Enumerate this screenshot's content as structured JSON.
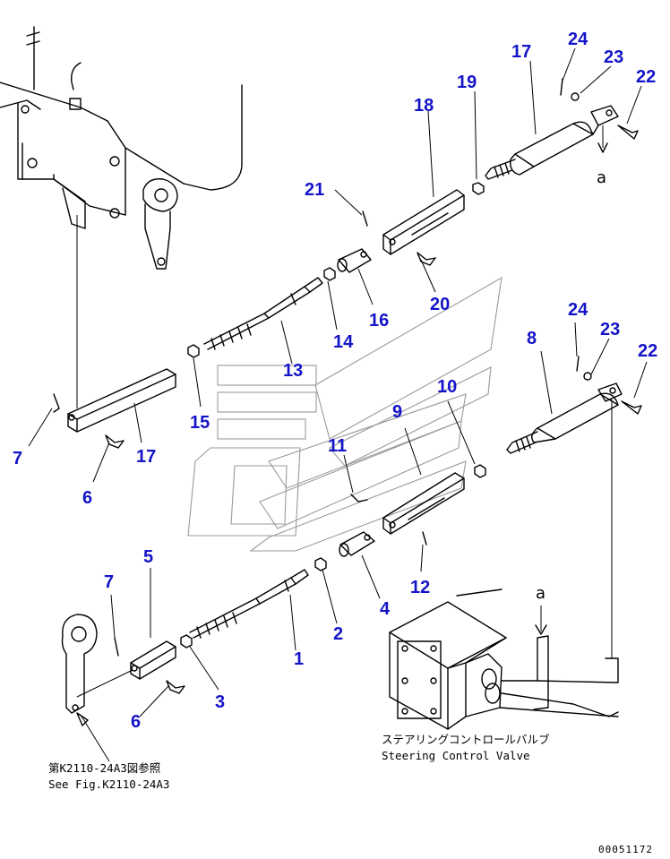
{
  "callouts": [
    {
      "id": "c17a",
      "text": "17"
    },
    {
      "id": "c24a",
      "text": "24"
    },
    {
      "id": "c23a",
      "text": "23"
    },
    {
      "id": "c22a",
      "text": "22"
    },
    {
      "id": "c19",
      "text": "19"
    },
    {
      "id": "c18",
      "text": "18"
    },
    {
      "id": "c21",
      "text": "21"
    },
    {
      "id": "c20",
      "text": "20"
    },
    {
      "id": "c16",
      "text": "16"
    },
    {
      "id": "c14",
      "text": "14"
    },
    {
      "id": "c13",
      "text": "13"
    },
    {
      "id": "c15",
      "text": "15"
    },
    {
      "id": "c7a",
      "text": "7"
    },
    {
      "id": "c17b",
      "text": "17"
    },
    {
      "id": "c6a",
      "text": "6"
    },
    {
      "id": "c8",
      "text": "8"
    },
    {
      "id": "c24b",
      "text": "24"
    },
    {
      "id": "c23b",
      "text": "23"
    },
    {
      "id": "c22b",
      "text": "22"
    },
    {
      "id": "c10",
      "text": "10"
    },
    {
      "id": "c9",
      "text": "9"
    },
    {
      "id": "c11",
      "text": "11"
    },
    {
      "id": "c12",
      "text": "12"
    },
    {
      "id": "c4",
      "text": "4"
    },
    {
      "id": "c5",
      "text": "5"
    },
    {
      "id": "c7b",
      "text": "7"
    },
    {
      "id": "c1",
      "text": "1"
    },
    {
      "id": "c2",
      "text": "2"
    },
    {
      "id": "c3",
      "text": "3"
    },
    {
      "id": "c6b",
      "text": "6"
    }
  ],
  "arrow_labels": {
    "top": "a",
    "bottom": "a"
  },
  "notes": {
    "ref_jp": "第K2110-24A3図参照",
    "ref_en": "See Fig.K2110-24A3",
    "valve_jp": "ステアリングコントロールバルブ",
    "valve_en": "Steering Control Valve"
  },
  "serial": "00051172",
  "colors": {
    "callout": "#1414c8",
    "line": "#000000",
    "watermark": "#9a9a9a"
  }
}
